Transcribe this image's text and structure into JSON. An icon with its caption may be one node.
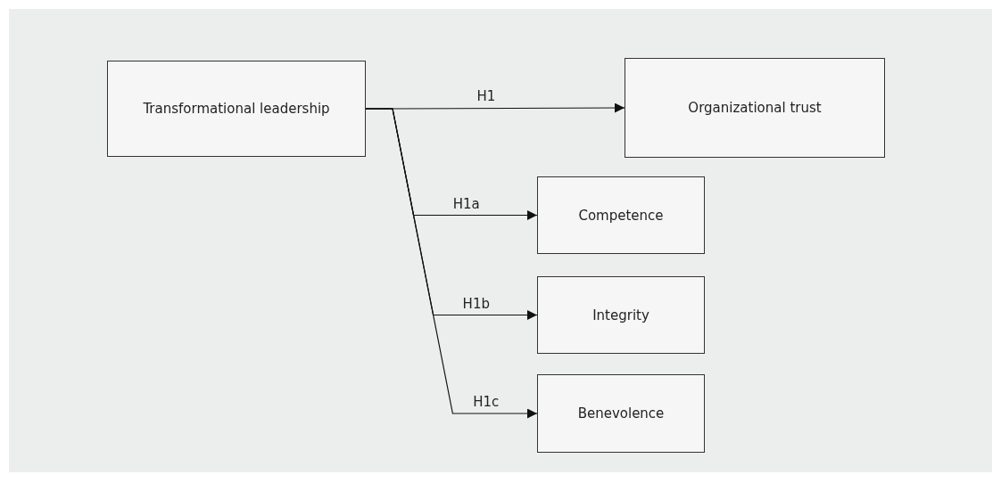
{
  "diagram": {
    "nodes": [
      {
        "text": [
          "Transformational leadership"
        ]
      },
      {
        "text": [
          "Organizational trust"
        ]
      },
      {
        "text": [
          "Competence"
        ]
      },
      {
        "text": [
          "Integrity"
        ]
      },
      {
        "text": [
          "Benevolence"
        ]
      }
    ],
    "edges": [
      {
        "from": 0,
        "to": 1,
        "arrow": "to",
        "label": "H1"
      },
      {
        "from": 0,
        "to": 2,
        "arrow": "to",
        "label": "H1a"
      },
      {
        "from": 0,
        "to": 3,
        "arrow": "to",
        "label": "H1b"
      },
      {
        "from": 0,
        "to": 4,
        "arrow": "to",
        "label": "H1c"
      }
    ]
  }
}
